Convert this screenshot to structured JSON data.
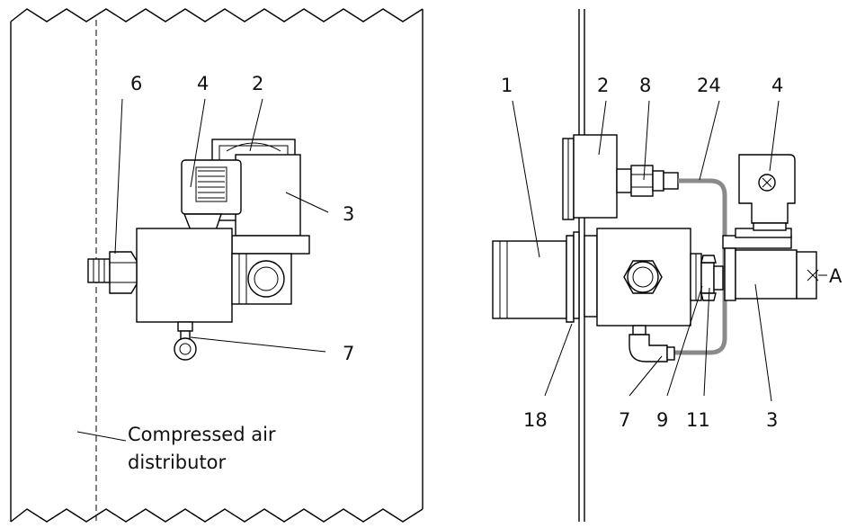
{
  "left_view": {
    "labels": {
      "l6": "6",
      "l4": "4",
      "l2": "2",
      "l3": "3",
      "l7": "7"
    },
    "caption_line1": "Compressed air",
    "caption_line2": "distributor"
  },
  "right_view": {
    "labels": {
      "l1": "1",
      "l2": "2",
      "l8": "8",
      "l24": "24",
      "l4": "4",
      "lA": "A",
      "l18": "18",
      "l7": "7",
      "l9": "9",
      "l11": "11",
      "l3": "3"
    }
  },
  "colors": {
    "line": "#000000",
    "tube": "#8a8a8a",
    "background": "#ffffff"
  }
}
